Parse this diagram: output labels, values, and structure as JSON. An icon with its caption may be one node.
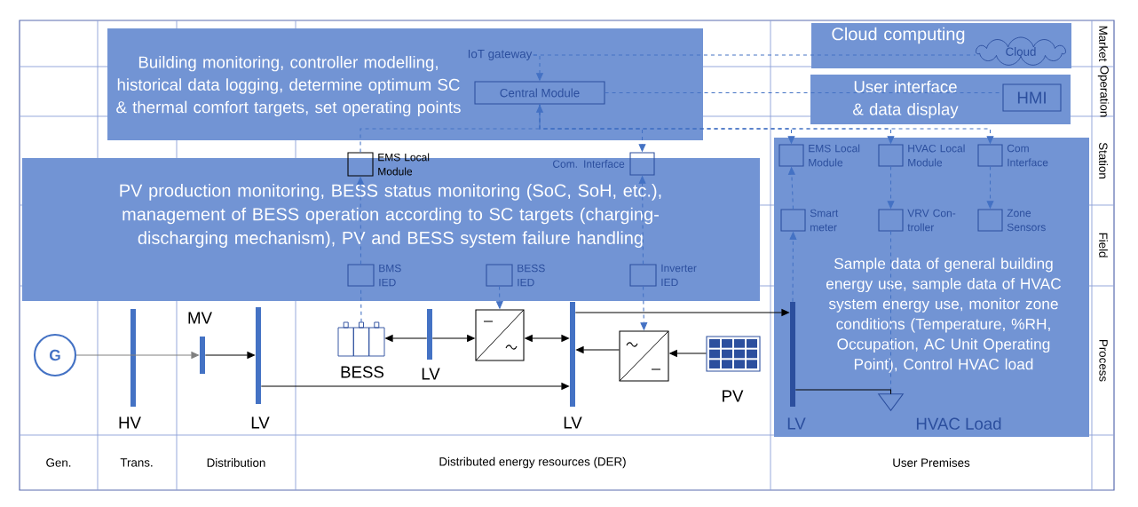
{
  "diagram": {
    "nodes": [
      {
        "text": [
          "Building monitoring, controller modelling, historical data logging, determine optimum SC & thermal comfort targets, set operating points"
        ]
      },
      {
        "text": [
          "IoT gateway"
        ],
        "in": 0
      },
      {
        "text": [
          "Central Module"
        ],
        "in": 0
      },
      {
        "text": [
          "Cloud computing"
        ]
      },
      {
        "text": [
          "Cloud"
        ],
        "in": 3
      },
      {
        "text": [
          "User interface & data display"
        ]
      },
      {
        "text": [
          "HMI"
        ],
        "in": 5
      },
      {
        "text": [
          "EMS Local Module"
        ]
      },
      {
        "text": [
          "Com. Interface"
        ]
      },
      {
        "text": [
          "PV production monitoring, BESS status monitoring (SoC, SoH, etc.), management of BESS operation according to SC targets (charging-discharging mechanism), PV and BESS system failure handling"
        ]
      },
      {
        "text": [
          "BMS IED"
        ],
        "in": 9
      },
      {
        "text": [
          "BESS IED"
        ],
        "in": 9
      },
      {
        "text": [
          "Inverter IED"
        ],
        "in": 9
      },
      {
        "text": [
          "Sample data of general building energy use, sample data of HVAC system energy use, monitor zone conditions (Temperature, %RH, Occupation, AC Unit Operating Point), Control HVAC load"
        ]
      },
      {
        "text": [
          "EMS Local Module"
        ],
        "in": 13
      },
      {
        "text": [
          "HVAC Local Module"
        ],
        "in": 13
      },
      {
        "text": [
          "Com Interface"
        ],
        "in": 13
      },
      {
        "text": [
          "Smart meter"
        ],
        "in": 13
      },
      {
        "text": [
          "VRV Con-troller"
        ],
        "in": 13
      },
      {
        "text": [
          "Zone Sensors"
        ],
        "in": 13
      },
      {
        "text": [
          "G"
        ]
      },
      {
        "text": [],
        "shape": "bar",
        "beside": [
          "HV"
        ]
      },
      {
        "text": [],
        "shape": "bar",
        "beside": [
          "MV"
        ]
      },
      {
        "text": [],
        "shape": "bar",
        "beside": [
          "LV"
        ]
      },
      {
        "text": [],
        "shape": "battery",
        "beside": [
          "BESS"
        ]
      },
      {
        "text": [],
        "shape": "bar",
        "beside": [
          "LV"
        ]
      },
      {
        "text": [],
        "shape": "box"
      },
      {
        "text": [],
        "shape": "bar",
        "beside": [
          "LV"
        ]
      },
      {
        "text": [],
        "shape": "box"
      },
      {
        "text": [],
        "shape": "panel",
        "beside": [
          "PV"
        ]
      },
      {
        "text": [],
        "shape": "bar",
        "beside": [
          "LV"
        ],
        "in": 13
      },
      {
        "text": [],
        "shape": "triangle",
        "beside": [
          "HVAC Load"
        ],
        "in": 13
      }
    ],
    "edges": [
      {
        "from": 1,
        "to": 2,
        "arrow": "to",
        "style": "dashed"
      },
      {
        "from": 1,
        "to": 4,
        "arrow": "none",
        "style": "dashed"
      },
      {
        "from": 2,
        "to": 6,
        "arrow": "none",
        "style": "dashed"
      },
      {
        "from": 7,
        "to": 2,
        "arrow": "to",
        "style": "dashed"
      },
      {
        "from": 2,
        "to": 8,
        "arrow": "to",
        "style": "dashed"
      },
      {
        "from": 2,
        "to": 14,
        "arrow": "to",
        "style": "dashed"
      },
      {
        "from": 2,
        "to": 15,
        "arrow": "to",
        "style": "dashed"
      },
      {
        "from": 2,
        "to": 16,
        "arrow": "to",
        "style": "dashed"
      },
      {
        "from": 24,
        "to": 10,
        "arrow": "none",
        "style": "dashed"
      },
      {
        "from": 10,
        "to": 7,
        "arrow": "to",
        "style": "dashed"
      },
      {
        "from": 11,
        "to": 26,
        "arrow": "to",
        "style": "dashed"
      },
      {
        "from": 12,
        "to": 8,
        "arrow": "to",
        "style": "dashed"
      },
      {
        "from": 12,
        "to": 28,
        "arrow": "to",
        "style": "dashed"
      },
      {
        "from": 30,
        "to": 17,
        "arrow": "to",
        "style": "dashed"
      },
      {
        "from": 17,
        "to": 14,
        "arrow": "to",
        "style": "dashed"
      },
      {
        "from": 15,
        "to": 18,
        "arrow": "to",
        "style": "dashed"
      },
      {
        "from": 18,
        "to": 31,
        "arrow": "none",
        "style": "dashed"
      },
      {
        "from": 16,
        "to": 19,
        "arrow": "to",
        "style": "dashed"
      },
      {
        "from": 20,
        "to": 22,
        "arrow": "to",
        "color": "#808080"
      },
      {
        "from": 22,
        "to": 23,
        "arrow": "to",
        "color": "#000000"
      },
      {
        "from": 23,
        "to": 27,
        "arrow": "to",
        "color": "#000000"
      },
      {
        "from": 25,
        "to": 24,
        "arrow": "to",
        "color": "#000000"
      },
      {
        "from": 25,
        "to": 26,
        "arrow": "to",
        "color": "#000000"
      },
      {
        "from": 26,
        "to": 27,
        "arrow": "both",
        "color": "#000000"
      },
      {
        "from": 28,
        "to": 27,
        "arrow": "to",
        "color": "#000000"
      },
      {
        "from": 29,
        "to": 28,
        "arrow": "to",
        "color": "#000000"
      },
      {
        "from": 27,
        "to": 30,
        "arrow": "to",
        "color": "#000000"
      },
      {
        "from": 30,
        "to": 31,
        "arrow": "none",
        "color": "#000000"
      }
    ],
    "labels": [
      "Market",
      "Operation",
      "Station",
      "Field",
      "Process",
      "Gen.",
      "Trans.",
      "Distribution",
      "Distributed energy resources (DER)",
      "User Premises"
    ]
  }
}
